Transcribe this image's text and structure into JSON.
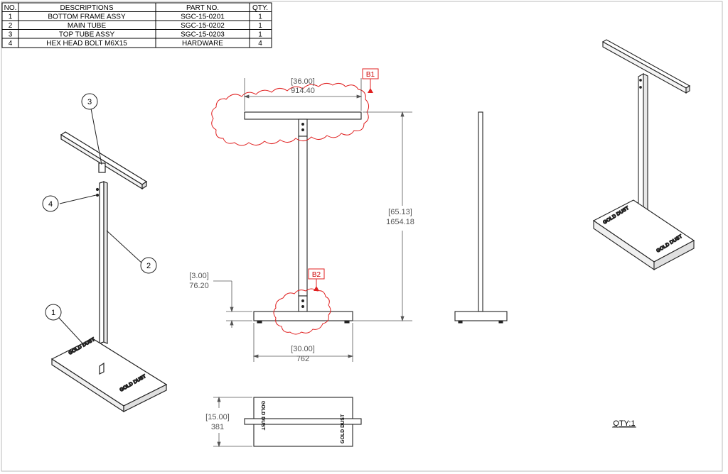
{
  "bom": {
    "headers": {
      "no": "NO.",
      "desc": "DESCRIPTIONS",
      "part": "PART NO.",
      "qty": "QTY."
    },
    "rows": [
      {
        "no": "1",
        "desc": "BOTTOM FRAME ASSY",
        "part": "SGC-15-0201",
        "qty": "1"
      },
      {
        "no": "2",
        "desc": "MAIN TUBE",
        "part": "SGC-15-0202",
        "qty": "1"
      },
      {
        "no": "3",
        "desc": "TOP TUBE ASSY",
        "part": "SGC-15-0203",
        "qty": "1"
      },
      {
        "no": "4",
        "desc": "HEX HEAD BOLT M6X15",
        "part": "HARDWARE",
        "qty": "4"
      }
    ]
  },
  "balloons": {
    "b3": "3",
    "b4": "4",
    "b2": "2",
    "b1": "1"
  },
  "revisions": {
    "r1": "B1",
    "r2": "B2"
  },
  "dimensions": {
    "top_width_in": "[36.00]",
    "top_width_mm": "914.40",
    "height_in": "[65.13]",
    "height_mm": "1654.18",
    "base_thk_in": "[3.00]",
    "base_thk_mm": "76.20",
    "base_width_in": "[30.00]",
    "base_width_mm": "762",
    "base_depth_in": "[15.00]",
    "base_depth_mm": "381"
  },
  "brand": {
    "logo_text": "GOLD DUST"
  },
  "qty_note": "QTY:1",
  "colors": {
    "revision_cloud": "#e02020",
    "dimension": "#555555",
    "line": "#222222"
  }
}
